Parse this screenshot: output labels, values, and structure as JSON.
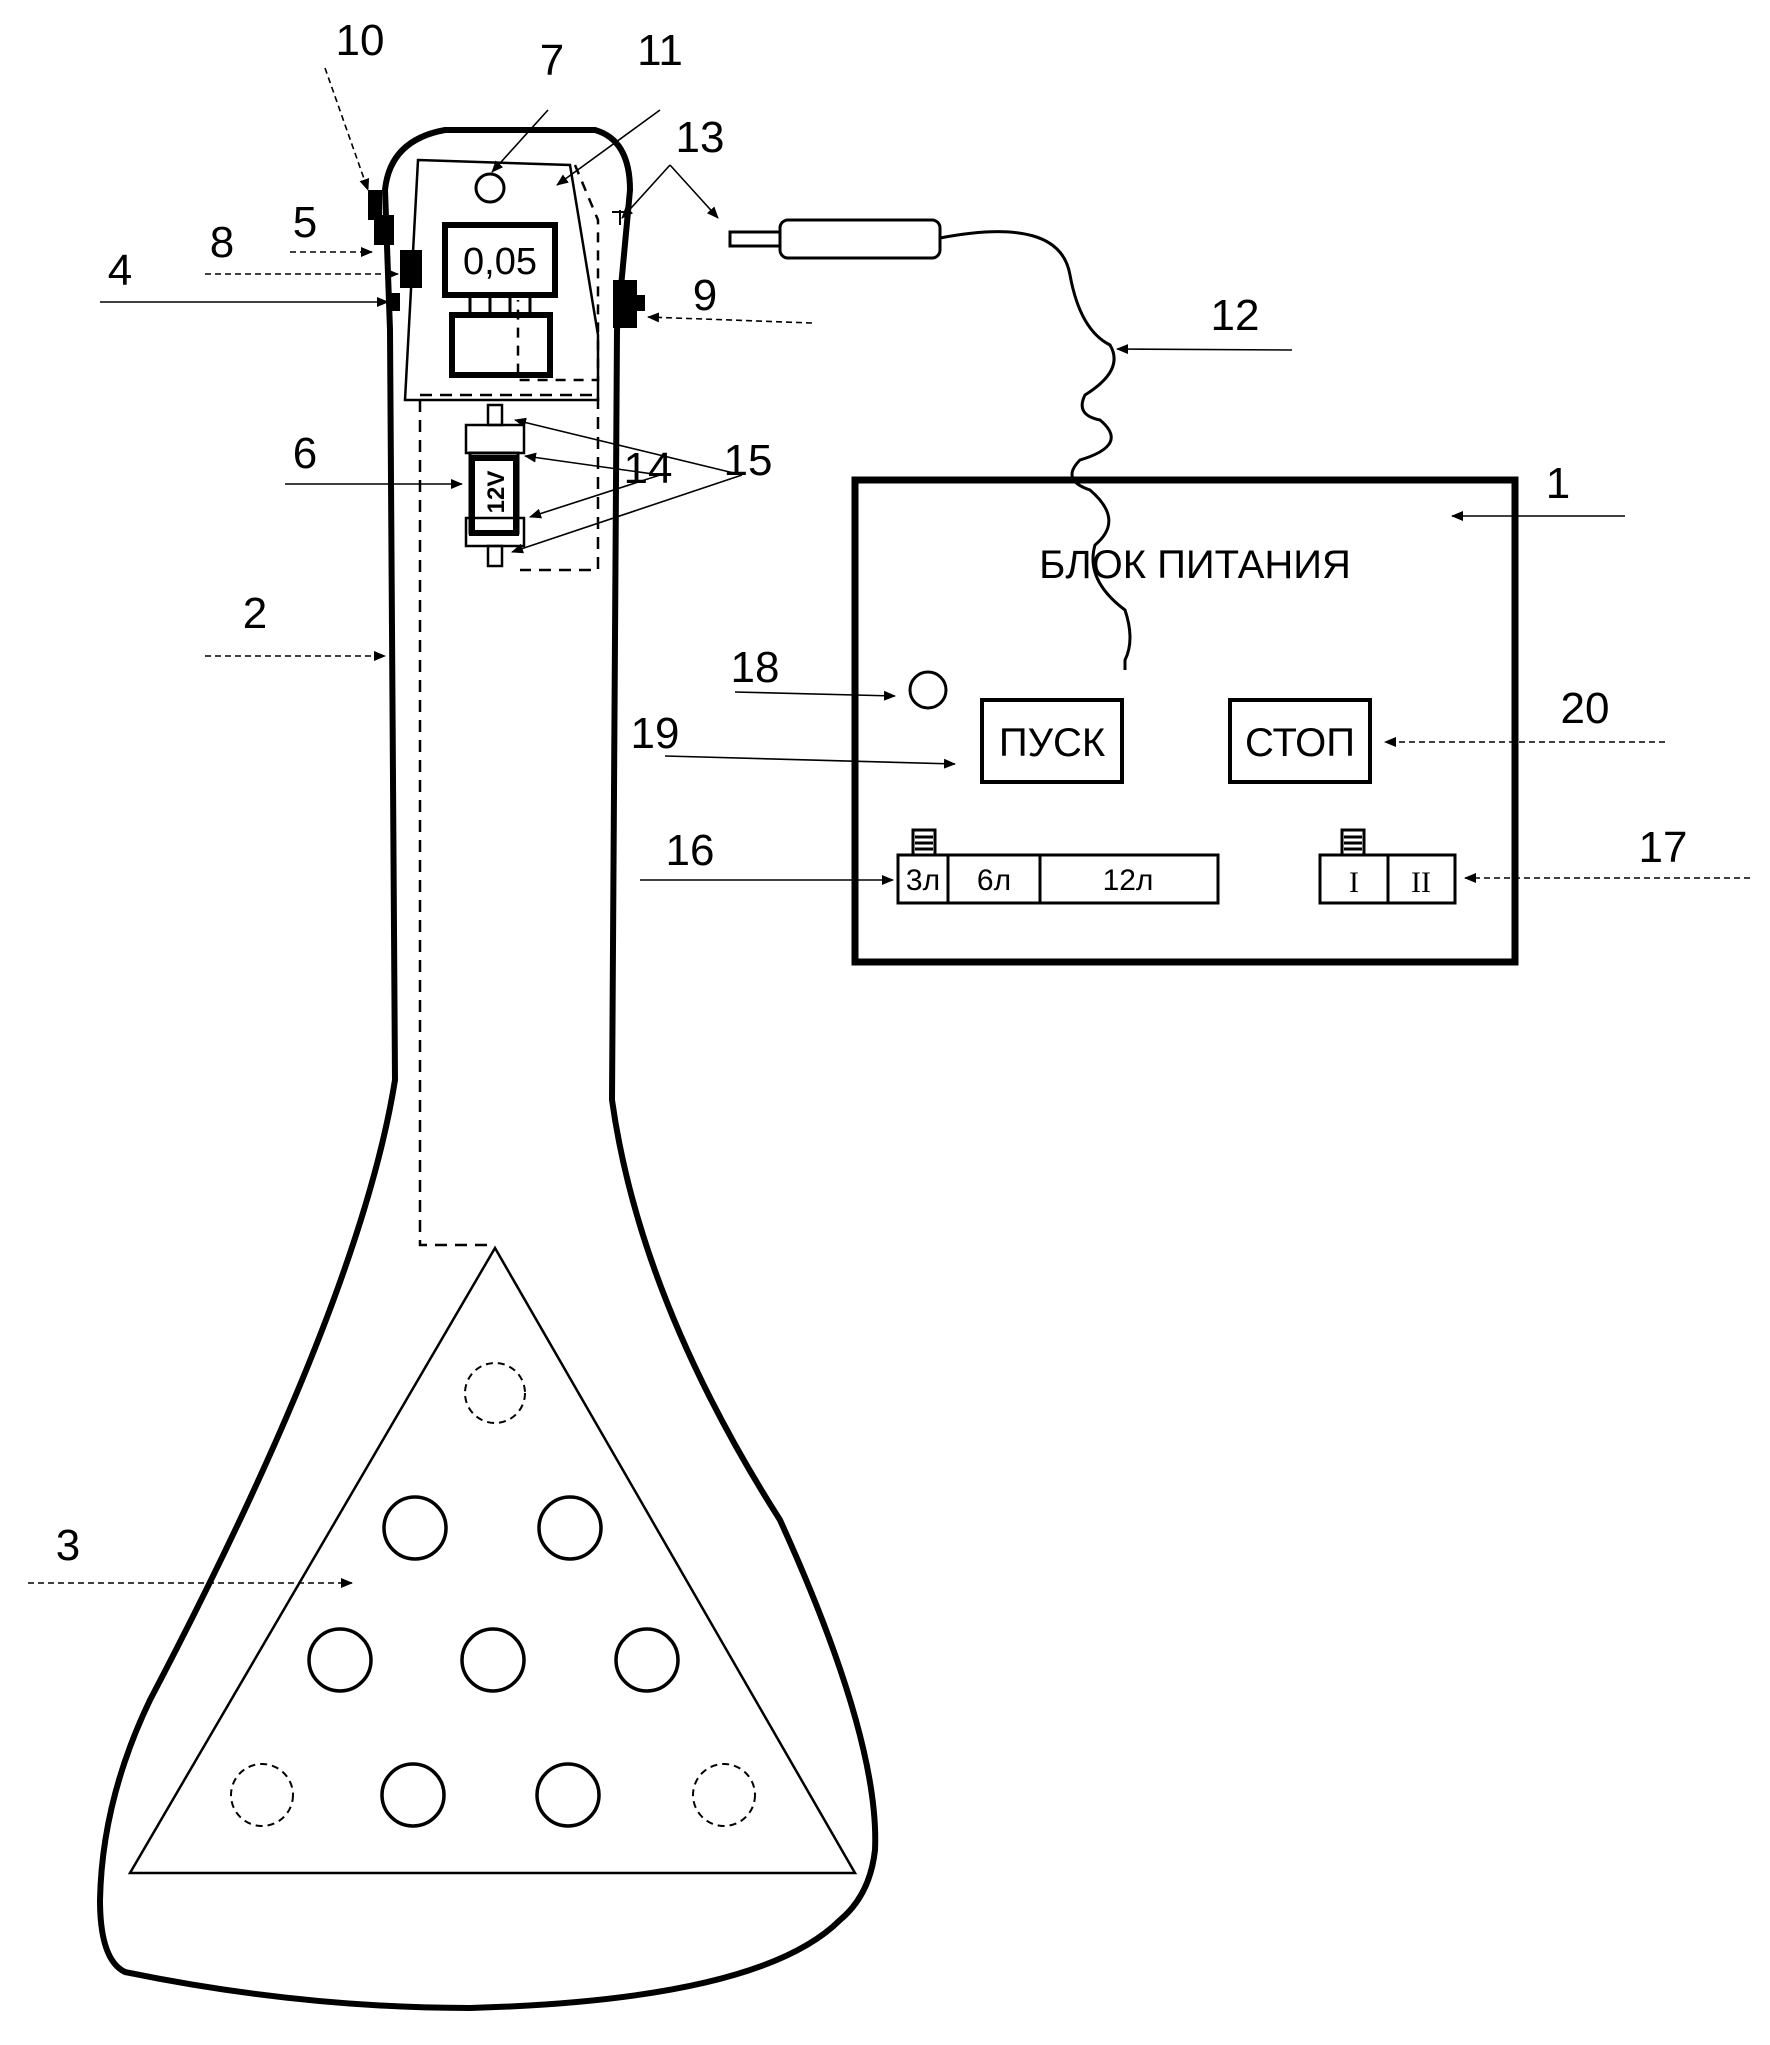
{
  "callouts": {
    "n1": "1",
    "n2": "2",
    "n3": "3",
    "n4": "4",
    "n5": "5",
    "n6": "6",
    "n7": "7",
    "n8": "8",
    "n9": "9",
    "n10": "10",
    "n11": "11",
    "n12": "12",
    "n13": "13",
    "n14": "14",
    "n15": "15",
    "n16": "16",
    "n17": "17",
    "n18": "18",
    "n19": "19",
    "n20": "20"
  },
  "device": {
    "display_value": "0,05",
    "battery_label": "12V"
  },
  "power_unit": {
    "title": "БЛОК ПИТАНИЯ",
    "start_button": "ПУСК",
    "stop_button": "СТОП",
    "volume_selector": [
      "3л",
      "6л",
      "12л"
    ],
    "mode_selector": [
      "I",
      "II"
    ]
  }
}
